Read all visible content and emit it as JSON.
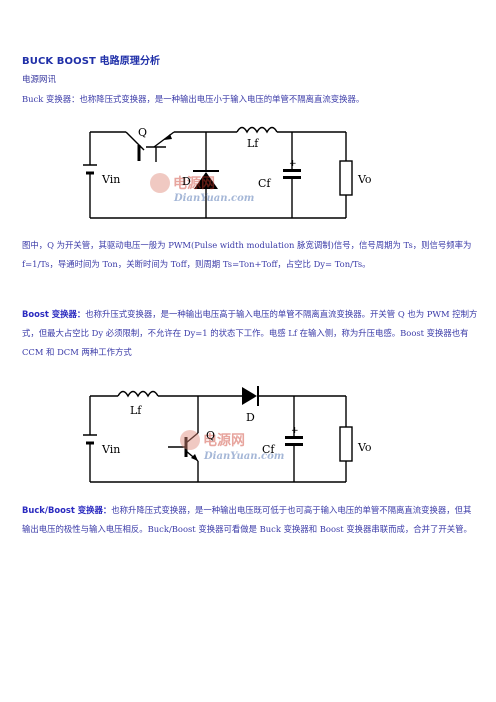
{
  "title": "BUCK BOOST 电路原理分析",
  "source": "电源网讯",
  "p1": "Buck 变换器：也称降压式变换器，是一种输出电压小于输入电压的单管不隔离直流变换器。",
  "fig1": {
    "labels": {
      "q": "Q",
      "lf": "Lf",
      "d": "D",
      "cf": "Cf",
      "vin": "Vin",
      "vo": "Vo"
    },
    "watermark": {
      "cn": "电源网",
      "en": "DianYuan.com"
    }
  },
  "p2": "图中，Q 为开关管，其驱动电压一般为 PWM(Pulse width modulation 脉宽调制)信号，信号周期为 Ts，则信号频率为 f=1/Ts，导通时间为 Ton，关断时间为 Toff，则周期 Ts=Ton+Toff，占空比 Dy= Ton/Ts。",
  "p3_kw": "Boost 变换器：",
  "p3": "也称升压式变换器，是一种输出电压高于输入电压的单管不隔离直流变换器。开关管 Q 也为 PWM 控制方式，但最大占空比 Dy 必须限制，不允许在 Dy=1 的状态下工作。电感 Lf 在输入侧，称为升压电感。Boost 变换器也有 CCM 和 DCM 两种工作方式",
  "fig2": {
    "labels": {
      "lf": "Lf",
      "d": "D",
      "q": "Q",
      "cf": "Cf",
      "vin": "Vin",
      "vo": "Vo"
    },
    "watermark": {
      "cn": "电源网",
      "en": "DianYuan.com"
    }
  },
  "p4_kw": "Buck/Boost 变换器：",
  "p4": "也称升降压式变换器，是一种输出电压既可低于也可高于输入电压的单管不隔离直流变换器，但其输出电压的极性与输入电压相反。Buck/Boost 变换器可看做是 Buck 变换器和 Boost 变换器串联而成，合并了开关管。"
}
